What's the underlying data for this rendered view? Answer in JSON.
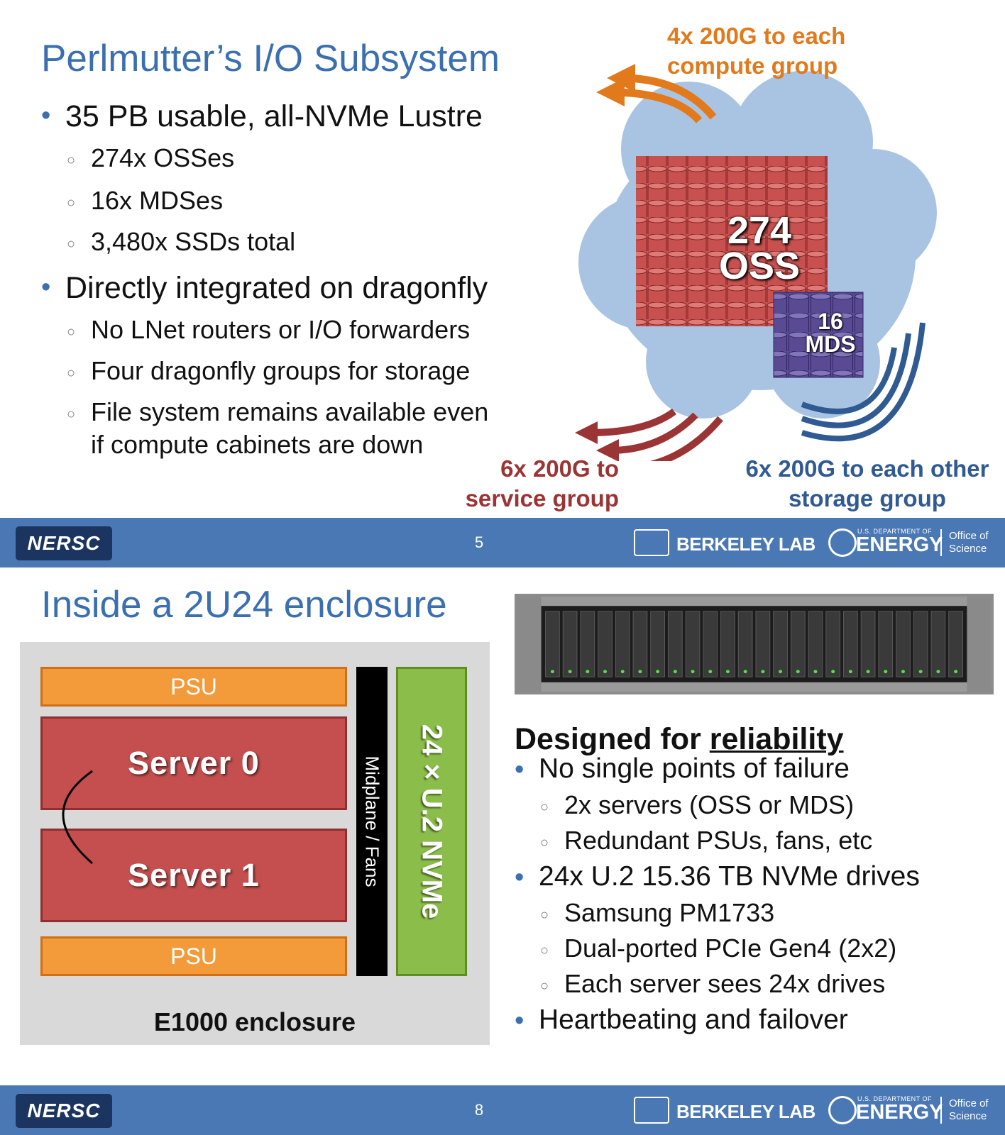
{
  "slide1": {
    "title": "Perlmutter’s I/O Subsystem",
    "bullets": [
      {
        "text": "35 PB usable, all-NVMe Lustre",
        "sub": [
          "274x OSSes",
          "16x MDSes",
          "3,480x SSDs total"
        ]
      },
      {
        "text": "Directly integrated on dragonfly",
        "sub": [
          "No LNet routers or I/O forwarders",
          "Four dragonfly groups for storage",
          "File system remains available even",
          "if compute cabinets are down"
        ]
      }
    ],
    "diagram": {
      "oss_count": "274",
      "oss_label": "OSS",
      "mds_count": "16",
      "mds_label": "MDS",
      "callout_compute_line1": "4x 200G to each",
      "callout_compute_line2": "compute group",
      "callout_service_line1": "6x 200G to",
      "callout_service_line2": "service group",
      "callout_storage_line1": "6x 200G to each other",
      "callout_storage_line2": "storage group"
    },
    "footer": {
      "logo": "NERSC",
      "page": "5",
      "lab": "BERKELEY LAB",
      "doe_small": "U.S. DEPARTMENT OF",
      "doe": "ENERGY",
      "office_line1": "Office of",
      "office_line2": "Science"
    }
  },
  "slide2": {
    "title": "Inside a 2U24 enclosure",
    "enclosure": {
      "psu_top": "PSU",
      "server0": "Server 0",
      "server1": "Server 1",
      "psu_bottom": "PSU",
      "midplane": "Midplane / Fans",
      "nvme": "24 × U.2 NVMe",
      "label": "E1000 enclosure"
    },
    "design": {
      "prefix": "Designed for ",
      "emphasis": "reliability"
    },
    "bullets": [
      {
        "text": "No single points of failure",
        "sub": [
          "2x servers (OSS or MDS)",
          "Redundant PSUs, fans, etc"
        ]
      },
      {
        "text": "24x U.2 15.36 TB NVMe drives",
        "sub": [
          "Samsung PM1733",
          "Dual-ported PCIe Gen4 (2x2)",
          "Each server sees 24x drives"
        ]
      },
      {
        "text": "Heartbeating and failover",
        "sub": []
      }
    ],
    "footer": {
      "logo": "NERSC",
      "page": "8",
      "lab": "BERKELEY LAB",
      "doe_small": "U.S. DEPARTMENT OF",
      "doe": "ENERGY",
      "office_line1": "Office of",
      "office_line2": "Science"
    }
  },
  "colors": {
    "title_blue": "#3a6fb0",
    "footer_blue": "#4a78b4",
    "compute_orange": "#e27a1c",
    "service_red": "#9b3434",
    "storage_blue": "#2f5a92",
    "oss_red": "#c8504f",
    "mds_purple": "#5a4a94",
    "cloud_blue": "#a9c4e3"
  }
}
